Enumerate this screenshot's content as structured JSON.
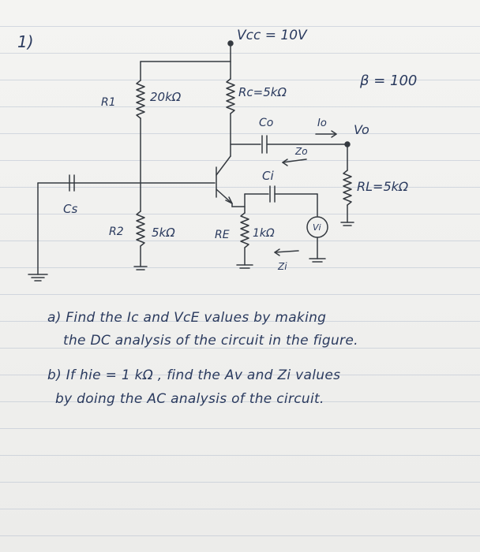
{
  "problem_number": "1)",
  "circuit": {
    "vcc_label": "Vcc = 10V",
    "beta_label": "β = 100",
    "r1_name": "R1",
    "r1_value": "20kΩ",
    "rc_label": "Rc=5kΩ",
    "co_label": "Co",
    "io_label": "Io",
    "vo_label": "Vo",
    "zo_label": "Zo",
    "ci_label": "Ci",
    "rl_label": "RL=5kΩ",
    "cs_label": "Cs",
    "r2_name": "R2",
    "r2_value": "5kΩ",
    "re_name": "RE",
    "re_value": "1kΩ",
    "vi_label": "Vi",
    "zi_label": "Zi"
  },
  "questions": {
    "a_line1": "a) Find the Ic and VcE values by making",
    "a_line2": "the DC analysis of the circuit in the figure.",
    "b_line1": "b) If hie = 1 kΩ , find the Av and Zi values",
    "b_line2": "by doing the AC analysis of the circuit."
  },
  "colors": {
    "ink": "#2a3a5e",
    "wire": "#353a40",
    "paper": "#f2f2f0"
  }
}
